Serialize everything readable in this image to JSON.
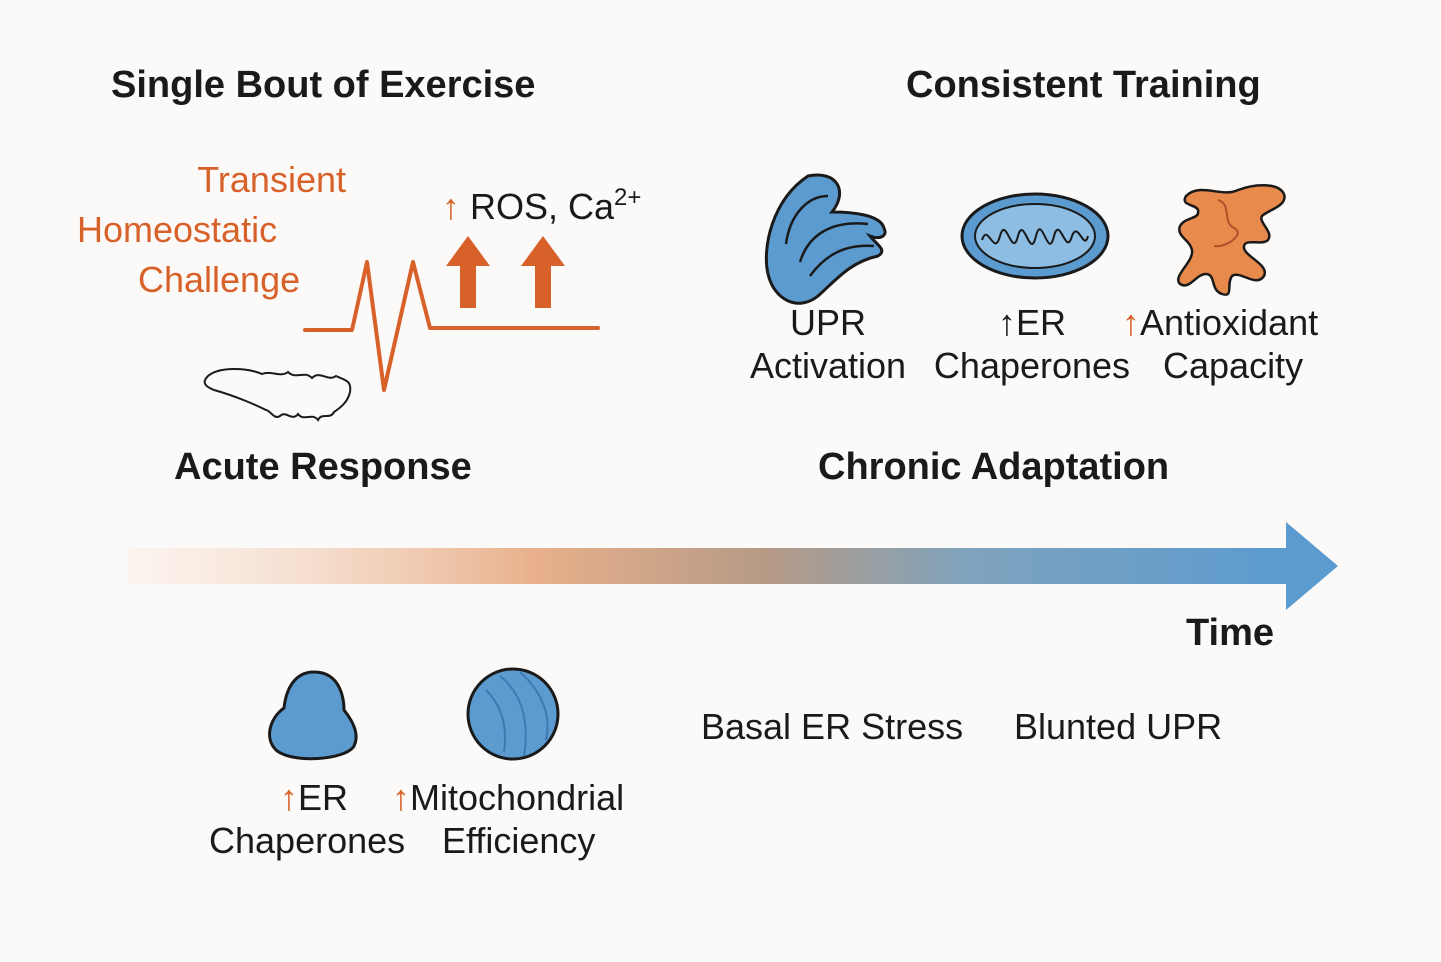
{
  "headings": {
    "single_bout": "Single Bout of Exercise",
    "consistent_training": "Consistent Training",
    "acute_response": "Acute Response",
    "chronic_adaptation": "Chronic Adaptation",
    "time": "Time"
  },
  "challenge": {
    "line1": "Transient",
    "line2": "Homeostatic",
    "line3": "Challenge"
  },
  "ros": {
    "arrow": "↑",
    "text": " ROS, Ca",
    "superscript": "2+"
  },
  "chronic_items": [
    {
      "arrow": "",
      "line1": "UPR",
      "line2": "Activation",
      "icon": "golgi-icon"
    },
    {
      "arrow": "↑",
      "line1": "ER",
      "line2": "Chaperones",
      "icon": "mitochondrion-icon"
    },
    {
      "arrow": "↑",
      "line1": "Antioxidant",
      "line2": "Capacity",
      "icon": "antioxidant-icon"
    }
  ],
  "acute_items": [
    {
      "arrow": "↑",
      "line1": "ER",
      "line2": "Chaperones",
      "icon": "chaperone-blob-icon"
    },
    {
      "arrow": "↑",
      "line1": "Mitochondrial",
      "line2": "Efficiency",
      "icon": "mitochondria-sphere-icon"
    }
  ],
  "basal": {
    "stress": "Basal ER Stress",
    "blunted": "Blunted UPR"
  },
  "colors": {
    "orange": "#d8612a",
    "blue": "#5b9bd0",
    "dark": "#1a1a1a"
  }
}
